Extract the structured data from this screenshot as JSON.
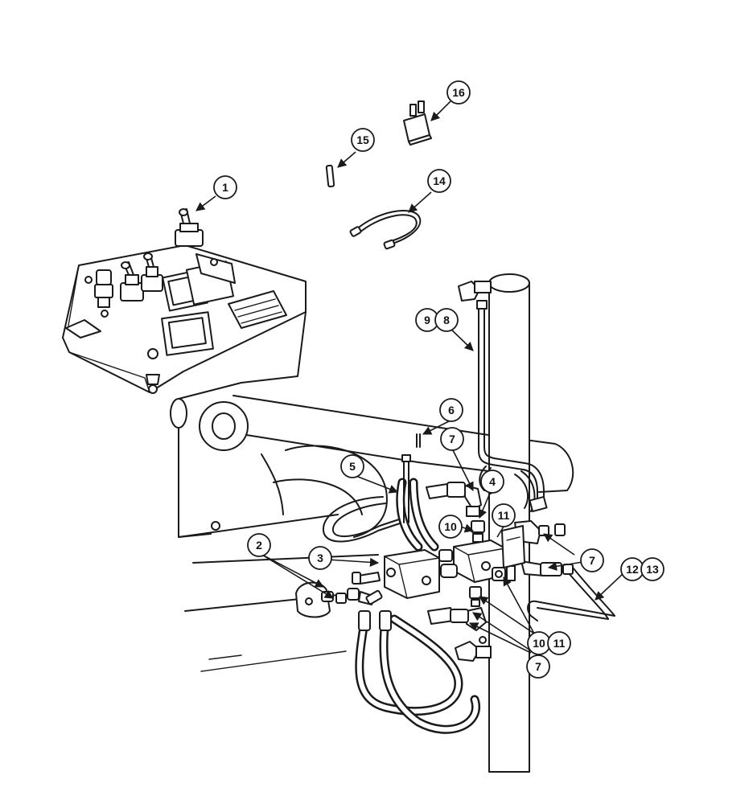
{
  "callouts": {
    "c1": "1",
    "c2": "2",
    "c3": "3",
    "c4": "4",
    "c5": "5",
    "c6": "6",
    "c7a": "7",
    "c7b": "7",
    "c7c": "7",
    "c8": "8",
    "c9": "9",
    "c10a": "10",
    "c10b": "10",
    "c11a": "11",
    "c11b": "11",
    "c12": "12",
    "c13": "13",
    "c14": "14",
    "c15": "15",
    "c16": "16"
  },
  "colors": {
    "ink": "#1a1a1a",
    "paper": "#ffffff"
  }
}
